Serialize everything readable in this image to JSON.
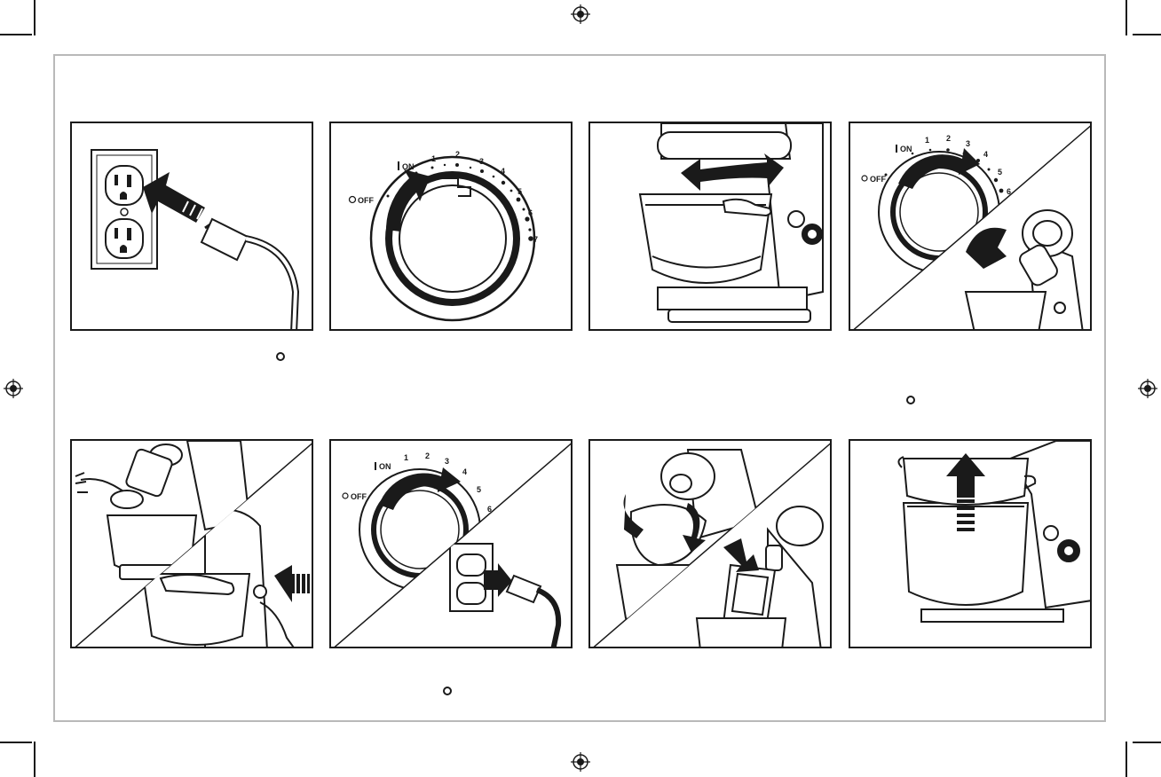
{
  "dial_top": {
    "on_label": "ON",
    "off_label": "OFF",
    "speeds": [
      "1",
      "2",
      "3",
      "4",
      "5",
      "6",
      "7"
    ]
  },
  "dial_small": {
    "on_label": "ON",
    "off_label": "OFF",
    "speeds": [
      "1",
      "2",
      "3",
      "4",
      "5",
      "6"
    ]
  },
  "icons": {
    "registration_mark": "registration-target-icon",
    "off_symbol": "off-circle-icon",
    "arrow": "black-arrow-icon"
  },
  "colors": {
    "ink": "#1a1a1a",
    "frame": "#b9b9b9"
  }
}
